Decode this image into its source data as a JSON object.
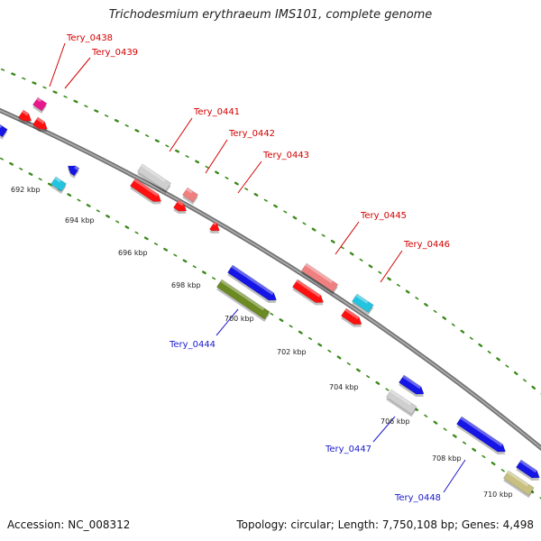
{
  "title": "Trichodesmium erythraeum IMS101, complete genome",
  "accession": "Accession: NC_008312",
  "summary": "Topology: circular; Length: 7,750,108 bp; Genes: 4,498",
  "ticks": [
    "692 kbp",
    "694 kbp",
    "696 kbp",
    "698 kbp",
    "700 kbp",
    "702 kbp",
    "704 kbp",
    "706 kbp",
    "708 kbp",
    "710 kbp"
  ],
  "gene_labels": {
    "forward": [
      "Tery_0438",
      "Tery_0439",
      "Tery_0441",
      "Tery_0442",
      "Tery_0443",
      "Tery_0445",
      "Tery_0446"
    ],
    "reverse": [
      "Tery_0444",
      "Tery_0447",
      "Tery_0448"
    ]
  },
  "colors": {
    "forward_label": "#d40000",
    "reverse_label": "#1a1acc",
    "backbone": "#8a8a8a",
    "dots": "#3a8a1a",
    "cds_red": "#ff1010",
    "cds_salmon": "#f08080",
    "cds_grey": "#cfcfcf",
    "cds_blue": "#1515e6",
    "cds_cyan": "#22c4e0",
    "cds_magenta": "#e8188c",
    "cds_olive": "#6b8a22",
    "cds_khaki": "#c8c080"
  }
}
